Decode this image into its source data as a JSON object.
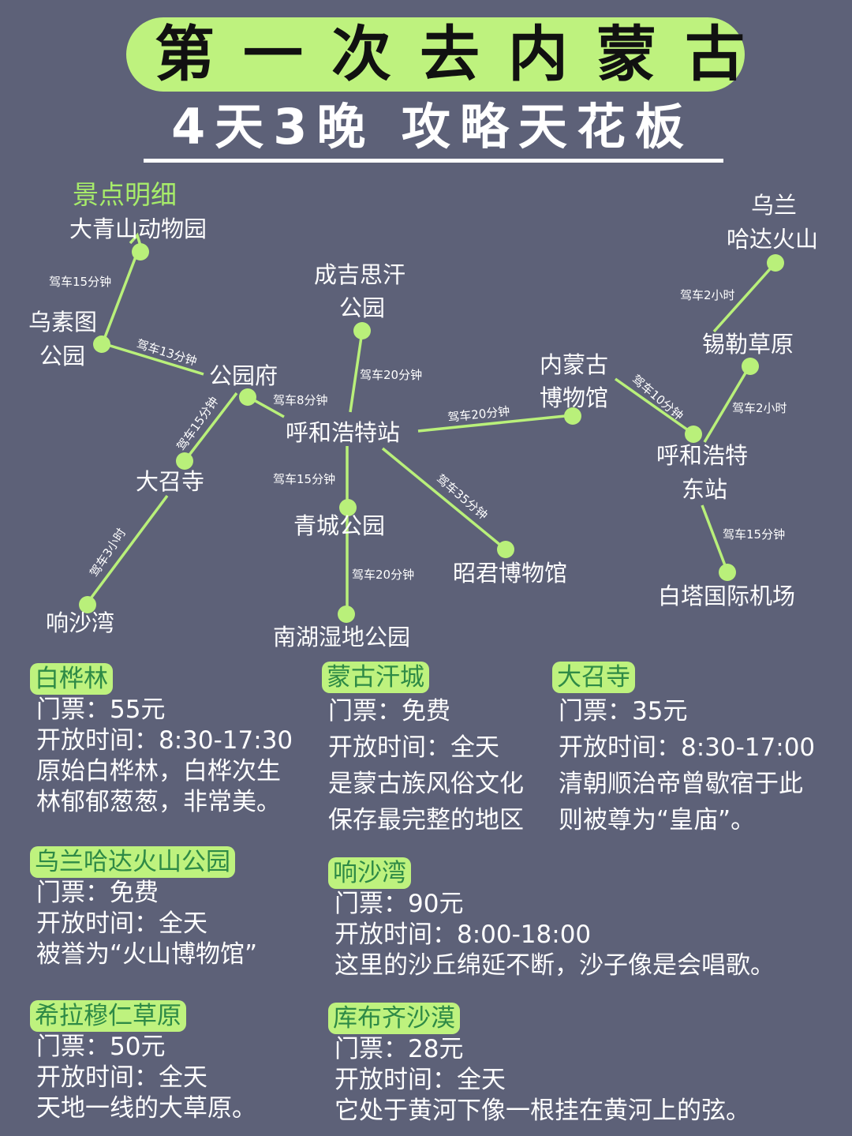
{
  "header": {
    "title": "第一次去内蒙古",
    "subtitle": "4天3晚 攻略天花板"
  },
  "section_label": "景点明细",
  "route_map": {
    "places": {
      "daqingshan_zoo": "大青山动物园",
      "wusutu_park_1": "乌素图",
      "wusutu_park_2": "公园",
      "gongyuanfu": "公园府",
      "dazhao_temple": "大召寺",
      "xiangshawan": "响沙湾",
      "chinggis_park_1": "成吉思汗",
      "chinggis_park_2": "公园",
      "hohhot_station": "呼和浩特站",
      "qingcheng_park": "青城公园",
      "nanhu_wetland": "南湖湿地公园",
      "zhaojun_museum": "昭君博物馆",
      "inner_mongolia_museum_1": "内蒙古",
      "inner_mongolia_museum_2": "博物馆",
      "ulanhada_volcano_1": "乌兰",
      "ulanhada_volcano_2": "哈达火山",
      "xilin_grassland": "锡勒草原",
      "hohhot_east_1": "呼和浩特",
      "hohhot_east_2": "东站",
      "baita_airport": "白塔国际机场"
    },
    "durations": {
      "wusutu_to_zoo": "驾车15分钟",
      "wusutu_to_gongyuanfu": "驾车13分钟",
      "dazhao_to_gongyuanfu": "驾车15分钟",
      "gongyuanfu_to_station": "驾车8分钟",
      "dazhao_to_xiangshawan": "驾车3小时",
      "chinggis_to_station": "驾车20分钟",
      "station_to_qingcheng": "驾车15分钟",
      "qingcheng_to_nanhu": "驾车20分钟",
      "station_to_zhaojun": "驾车35分钟",
      "station_to_museum": "驾车20分钟",
      "museum_to_east": "驾车10分钟",
      "xilin_to_volcano": "驾车2小时",
      "east_to_xilin": "驾车2小时",
      "east_to_airport": "驾车15分钟"
    }
  },
  "attractions": [
    {
      "name": "白桦林",
      "lines": [
        "门票：55元",
        "开放时间：8:30-17:30",
        "原始白桦林，白桦次生",
        "林郁郁葱葱，非常美。"
      ]
    },
    {
      "name": "蒙古汗城",
      "lines": [
        "门票：免费",
        "开放时间：全天",
        "是蒙古族风俗文化",
        "保存最完整的地区"
      ]
    },
    {
      "name": "大召寺",
      "lines": [
        "门票：35元",
        "开放时间：8:30-17:00",
        "清朝顺治帝曾歇宿于此",
        "则被尊为“皇庙”。"
      ]
    },
    {
      "name": "乌兰哈达火山公园",
      "lines": [
        "门票：免费",
        "开放时间：全天",
        "被誉为“火山博物馆”"
      ]
    },
    {
      "name": "响沙湾",
      "lines": [
        "门票：90元",
        "开放时间：8:00-18:00",
        "这里的沙丘绵延不断，沙子像是会唱歌。"
      ]
    },
    {
      "name": "希拉穆仁草原",
      "lines": [
        "门票：50元",
        "开放时间：全天",
        "天地一线的大草原。"
      ]
    },
    {
      "name": "库布齐沙漠",
      "lines": [
        "门票：28元",
        "开放时间：全天",
        "它处于黄河下像一根挂在黄河上的弦。"
      ]
    }
  ]
}
